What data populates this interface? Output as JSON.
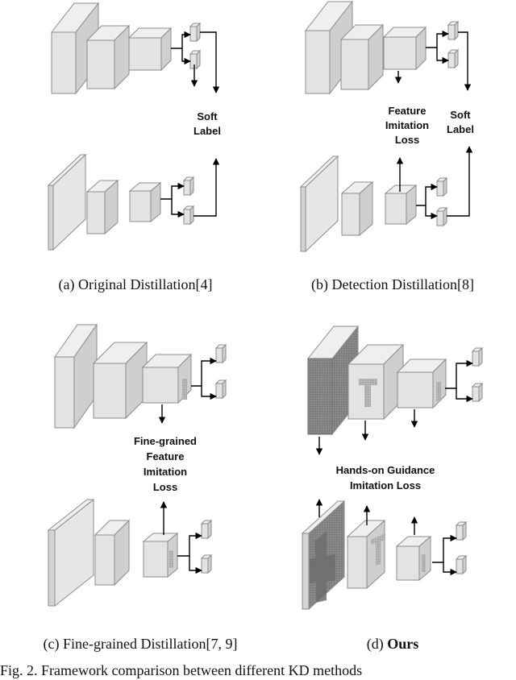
{
  "panels": {
    "a": {
      "caption": "(a)  Original Distillation[4]",
      "label_lines": [
        "Soft",
        "Label"
      ]
    },
    "b": {
      "caption": "(b)  Detection Distillation[8]",
      "feature_lines": [
        "Feature",
        "Imitation",
        "Loss"
      ],
      "soft_lines": [
        "Soft",
        "Label"
      ]
    },
    "c": {
      "caption": "(c)  Fine-grained Distillation[7, 9]",
      "label_lines": [
        "Fine-grained",
        "Feature",
        "Imitation",
        "Loss"
      ]
    },
    "d": {
      "caption_prefix": "(d)  ",
      "caption_bold": "Ours",
      "label_lines": [
        "Hands-on Guidance",
        "Imitation Loss"
      ]
    }
  },
  "footer_text": "Fig. 2. Framework comparison between different KD methods"
}
